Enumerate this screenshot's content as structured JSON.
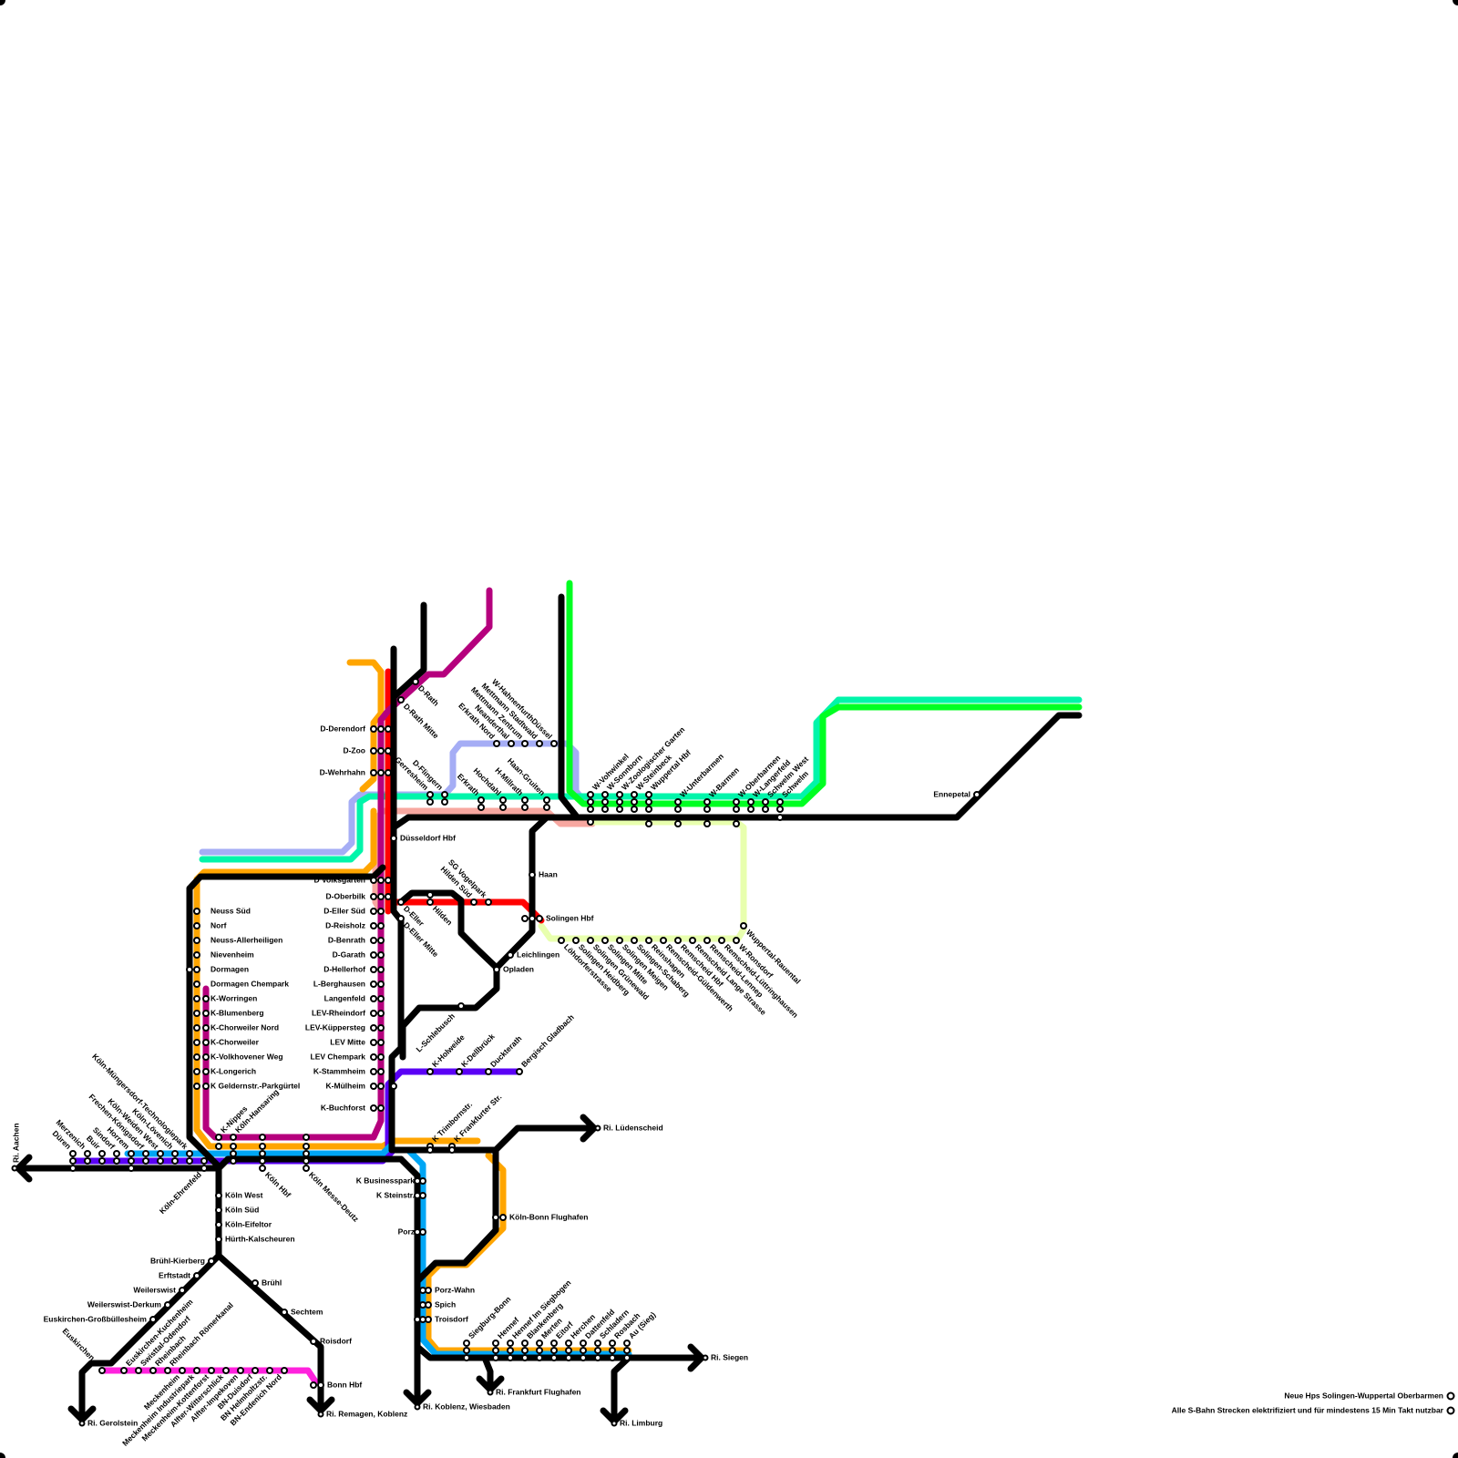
{
  "colors": {
    "black": "#000000",
    "orange": "#ffa500",
    "red": "#ff0000",
    "magenta": "#b5007d",
    "lavender": "#a5adf5",
    "mint": "#00f5aa",
    "green": "#00ff22",
    "salmon": "#f7a7a0",
    "lime": "#e8ffae",
    "purple": "#5a00f5",
    "blue": "#00a6f5",
    "pink": "#ff22dd"
  },
  "stations": {
    "d_derendorf": "D-Derendorf",
    "d_zoo": "D-Zoo",
    "d_wehrhahn": "D-Wehrhahn",
    "d_rath": "D-Rath",
    "d_rath_mitte": "D-Rath Mitte",
    "d_gerresheim": "D-Gerresheim",
    "d_flingern": "D-Flingern",
    "erkrath_nord": "Erkrath Nord",
    "neanderthal": "Neanderthal",
    "mettmann_zentrum": "Mettmann Zentrum",
    "mettmann_stadtwald": "Mettmann Stadtwald",
    "w_hahnenfurth": "W-HahnenfurthDüssel",
    "erkrath": "Erkrath",
    "hochdahl": "Hochdahl",
    "h_millrath": "H-Millrath",
    "haan_gruiten": "Haan-Gruiten",
    "w_vohwinkel": "W-Vohwinkel",
    "w_sonnborn": "W-Sonnborn",
    "w_zoo": "W-Zoologischer Garten",
    "w_steinbeck": "W-Steinbeck",
    "w_hbf": "Wuppertal Hbf",
    "w_unterbarmen": "W-Unterbarmen",
    "w_barmen": "W-Barmen",
    "w_oberbarmen": "W-Oberbarmen",
    "w_langerfeld": "W-Langerfeld",
    "schwelm_west": "Schwelm West",
    "schwelm": "Schwelm",
    "ennepetal": "Ennepetal",
    "duesseldorf_hbf": "Düsseldorf Hbf",
    "d_volksgarten": "D Volksgarten",
    "d_oberbilk": "D-Oberbilk",
    "d_eller_sued": "D-Eller Süd",
    "d_reisholz": "D-Reisholz",
    "d_benrath": "D-Benrath",
    "d_garath": "D-Garath",
    "d_hellerhof": "D-Hellerhof",
    "l_berghausen": "L-Berghausen",
    "langenfeld": "Langenfeld",
    "lev_rheindorf": "LEV-Rheindorf",
    "lev_kueppersteg": "LEV-Küppersteg",
    "lev_mitte": "LEV Mitte",
    "lev_chempark": "LEV Chempark",
    "k_stammheim": "K-Stammheim",
    "k_muelheim": "K-Mülheim",
    "k_buchforst": "K-Buchforst",
    "d_eller": "D-Eller",
    "d_eller_mitte": "D-Eller Mitte",
    "hilden": "Hilden",
    "hilden_sued": "Hilden Süd",
    "sg_vogelpark": "SG Vogelpark",
    "haan": "Haan",
    "solingen_hbf": "Solingen Hbf",
    "leichlingen": "Leichlingen",
    "opladen": "Opladen",
    "l_schlebusch": "L-Schlebusch",
    "loehdorferstrasse": "Löhdorferstrasse",
    "solingen_heidberg": "Solingen Heidberg",
    "solingen_gruenewald": "Solingen Grünewald",
    "solingen_mitte": "Solingen Mitte",
    "solingen_meigen": "Solingen Meigen",
    "solingen_schaberg": "Solingen-Schaberg",
    "reinshagen": "Reinshagen",
    "remscheid_gueldenwerth": "Remscheid-Güldenwerth",
    "remscheid_hbf": "Remscheid Hbf",
    "remscheid_lange_strasse": "Remscheid Lange Strasse",
    "remscheid_lennep": "Remscheid-Lennep",
    "remscheid_luettringhausen": "Remscheid-Lüttringhausen",
    "w_ronsdorf": "W-Ronsdorf",
    "wuppertal_rauental": "Wuppertal-Rauental",
    "neuss_sued": "Neuss Süd",
    "norf": "Norf",
    "neuss_allerheiligen": "Neuss-Allerheiligen",
    "nievenheim": "Nievenheim",
    "dormagen": "Dormagen",
    "dormagen_chempark": "Dormagen Chempark",
    "k_worringen": "K-Worringen",
    "k_blumenberg": "K-Blumenberg",
    "k_chorweiler_nord": "K-Chorweiler Nord",
    "k_chorweiler": "K-Chorweiler",
    "k_volkhovener_weg": "K-Volkhovener Weg",
    "k_longerich": "K-Longerich",
    "k_geldernstr": "K Geldernstr.-Parkgürtel",
    "k_holweide": "K-Holweide",
    "k_dellbrueck": "K-Dellbrück",
    "duckterath": "Duckterath",
    "bergisch_gladbach": "Bergisch Gladbach",
    "koeln_muengersdorf": "Köln-Müngersdorf-Technologiepark",
    "koeln_loevenich": "Köln-Lövenich",
    "koeln_weiden_west": "Köln-Weiden West",
    "frechen_koenigsdorf": "Frechen-Königsdorf",
    "horrem": "Horrem",
    "sindorf": "Sindorf",
    "buir": "Buir",
    "merzenich": "Merzenich",
    "dueren": "Düren",
    "k_nippes": "K-Nippes",
    "koeln_hansaring": "Köln-Hansaring",
    "koeln_ehrenfeld": "Köln-Ehrenfeld",
    "koeln_hbf": "Köln Hbf",
    "koeln_messe_deutz": "Köln Messe-Deutz",
    "k_trimbornstr": "K Trimbornstr.",
    "k_frankfurter_str": "K Frankfurter Str.",
    "k_businesspark": "K Businesspark",
    "k_steinstr": "K Steinstr.",
    "porz": "Porz",
    "koeln_bonn_flughafen": "Köln-Bonn Flughafen",
    "porz_wahn": "Porz-Wahn",
    "spich": "Spich",
    "troisdorf": "Troisdorf",
    "siegburg_bonn": "Siegburg-Bonn",
    "hennef": "Hennef",
    "hennef_siegbogen": "Hennef Im Siegbogen",
    "blankenberg": "Blankenberg",
    "merten": "Merten",
    "eitorf": "Eitorf",
    "herchen": "Herchen",
    "dattenfeld": "Dattenfeld",
    "schladern": "Schladern",
    "rosbach": "Rosbach",
    "au_sieg": "Au (Sieg)",
    "koeln_west": "Köln West",
    "koeln_sued": "Köln Süd",
    "koeln_eifeltor": "Köln-Eifeltor",
    "huerth_kalscheuren": "Hürth-Kalscheuren",
    "bruehl_kierberg": "Brühl-Kierberg",
    "erftstadt": "Erftstadt",
    "weilerswist": "Weilerswist",
    "weilerswist_derkum": "Weilerswist-Derkum",
    "euskirchen_grossbuellesheim": "Euskirchen-Großbüllesheim",
    "euskirchen": "Euskirchen",
    "bruehl": "Brühl",
    "sechtem": "Sechtem",
    "roisdorf": "Roisdorf",
    "bonn_hbf": "Bonn Hbf",
    "euskirchen_kuchenheim": "Euskirchen-Kuchenheim",
    "swisttal_odendorf": "Swisttal-Odendorf",
    "rheinbach": "Rheinbach",
    "rheinbach_roemerkanal": "Rheinbach Römerkanal",
    "meckenheim": "Meckenheim",
    "meckenheim_industriepark": "Meckenheim Industriepark",
    "meckenheim_kottenforst": "Meckenheim-Kottenforst",
    "alfter_witterschlick": "Alfter-Witterschlick",
    "alfter_impekoven": "Alfter-Impekoven",
    "bn_duisdorf": "BN-Duisdorf",
    "bn_helmholtzstr": "BN Helmholtzstr.",
    "bn_endenich_nord": "BN-Endenich Nord"
  },
  "destinations": {
    "aachen": "Ri. Aachen",
    "luedenscheid": "Ri. Lüdenscheid",
    "siegen": "Ri. Siegen",
    "frankfurt_flughafen": "Ri. Frankfurt Flughafen",
    "limburg": "Ri. Limburg",
    "koblenz_wiesbaden": "Ri. Koblenz, Wiesbaden",
    "remagen_koblenz": "Ri. Remagen, Koblenz",
    "gerolstein": "Ri. Gerolstein"
  },
  "legend": {
    "new_stops": "Neue Hps Solingen-Wuppertal Oberbarmen",
    "all_lines": "Alle S-Bahn Strecken elektrifiziert und für mindestens 15 Min Takt nutzbar"
  }
}
